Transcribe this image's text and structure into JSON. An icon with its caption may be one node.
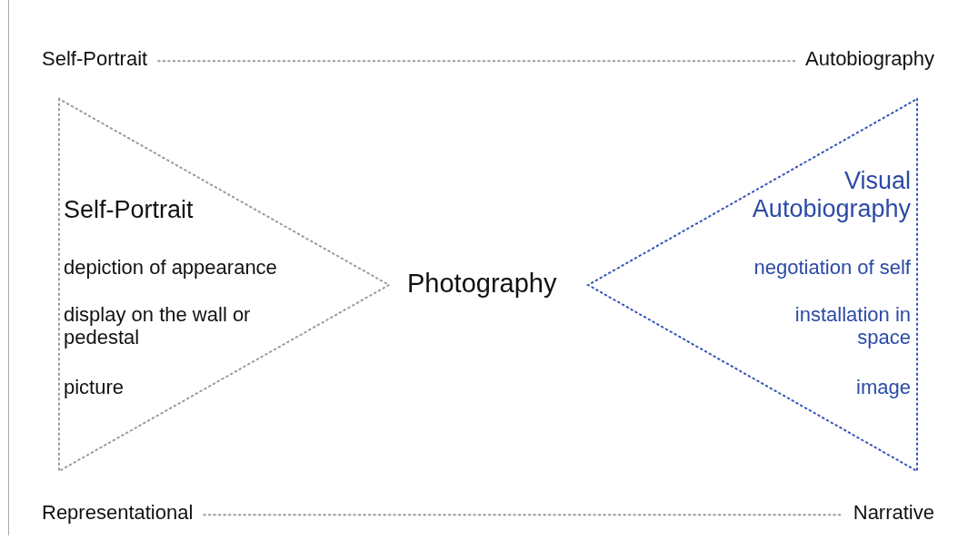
{
  "diagram": {
    "nodes": [
      {
        "text": [
          "Self-Portrait"
        ]
      },
      {
        "text": [
          "Autobiography"
        ]
      },
      {
        "text": [
          "Self-Portrait",
          "depiction of appearance",
          "display on the wall or pedestal",
          "picture"
        ]
      },
      {
        "text": [
          "Photography"
        ]
      },
      {
        "text": [
          "Visual Autobiography",
          "negotiation of self",
          "installation in space",
          "image"
        ]
      },
      {
        "text": [
          "Representational"
        ]
      },
      {
        "text": [
          "Narrative"
        ]
      }
    ],
    "edges": [
      {
        "from": 0,
        "to": 1,
        "arrow": "none"
      },
      {
        "from": 5,
        "to": 6,
        "arrow": "none"
      }
    ]
  }
}
